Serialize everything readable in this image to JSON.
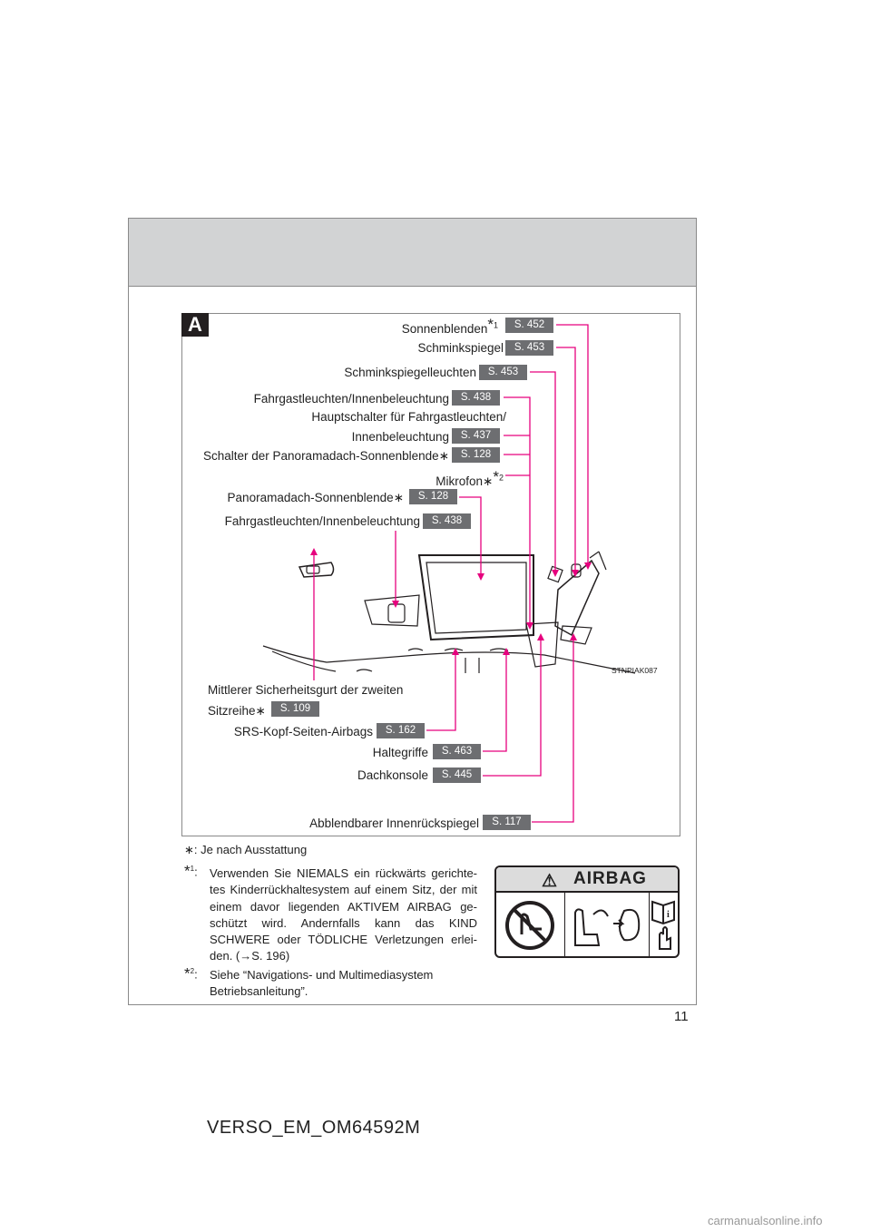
{
  "panel_label": "A",
  "callouts": [
    {
      "id": "sonnenblenden",
      "text": "Sonnenblenden",
      "note": "*",
      "sup": "1",
      "page": "S. 452"
    },
    {
      "id": "schminkspiegel",
      "text": "Schminkspiegel",
      "page": "S. 453"
    },
    {
      "id": "schminkspiegelleuchten",
      "text": "Schminkspiegelleuchten",
      "page": "S. 453"
    },
    {
      "id": "fahrgast1",
      "text": "Fahrgastleuchten/Innenbeleuchtung",
      "page": "S. 438"
    },
    {
      "id": "hauptschalter_l1",
      "text": "Hauptschalter für Fahrgastleuchten/"
    },
    {
      "id": "hauptschalter_l2",
      "text": "Innenbeleuchtung",
      "page": "S. 437"
    },
    {
      "id": "schalter_panorama",
      "text": "Schalter der Panoramadach-Sonnenblende",
      "note": "∗",
      "page": "S. 128"
    },
    {
      "id": "mikrofon",
      "text": "Mikrofon",
      "note": "∗",
      "note2": "*",
      "sup": "2"
    },
    {
      "id": "panorama",
      "text": "Panoramadach-Sonnenblende",
      "note": "∗",
      "page": "S. 128"
    },
    {
      "id": "fahrgast2",
      "text": "Fahrgastleuchten/Innenbeleuchtung",
      "page": "S. 438"
    },
    {
      "id": "sicherheitsgurt_l1",
      "text": "Mittlerer Sicherheitsgurt der zweiten"
    },
    {
      "id": "sicherheitsgurt_l2",
      "text": "Sitzreihe",
      "note": "∗",
      "page": "S. 109"
    },
    {
      "id": "srs",
      "text": "SRS-Kopf-Seiten-Airbags",
      "page": "S. 162"
    },
    {
      "id": "haltegriffe",
      "text": "Haltegriffe",
      "page": "S. 463"
    },
    {
      "id": "dachkonsole",
      "text": "Dachkonsole",
      "page": "S. 445"
    },
    {
      "id": "innenrueckspiegel",
      "text": "Abblendbarer Innenrückspiegel",
      "page": "S. 117"
    }
  ],
  "image_code": "STNPIAK087",
  "footnotes": {
    "star_mark": "∗",
    "star_text": ": Je nach Ausstattung",
    "fn1_mark": "*",
    "fn1_sup": "1",
    "fn1_colon": ":",
    "fn1_text": "Verwenden Sie NIEMALS ein rückwärts gerichte-tes Kinderrückhaltesystem auf einem Sitz, der mit einem davor liegenden AKTIVEM AIRBAG ge-schützt wird. Andernfalls kann das KIND SCHWERE oder TÖDLICHE Verletzungen erlei-den. (→S. 196)",
    "fn2_mark": "*",
    "fn2_sup": "2",
    "fn2_colon": ":",
    "fn2_text": "Siehe “Navigations- und Multimediasystem Betriebsanleitung”."
  },
  "airbag_label": {
    "warning": "⚠",
    "title": "AIRBAG"
  },
  "page_number": "11",
  "doc_id": "VERSO_EM_OM64592M",
  "watermark": "carmanualsonline.info",
  "colors": {
    "leader": "#e6007e",
    "page_box": "#6d6e71",
    "header_band": "#d2d3d4"
  }
}
